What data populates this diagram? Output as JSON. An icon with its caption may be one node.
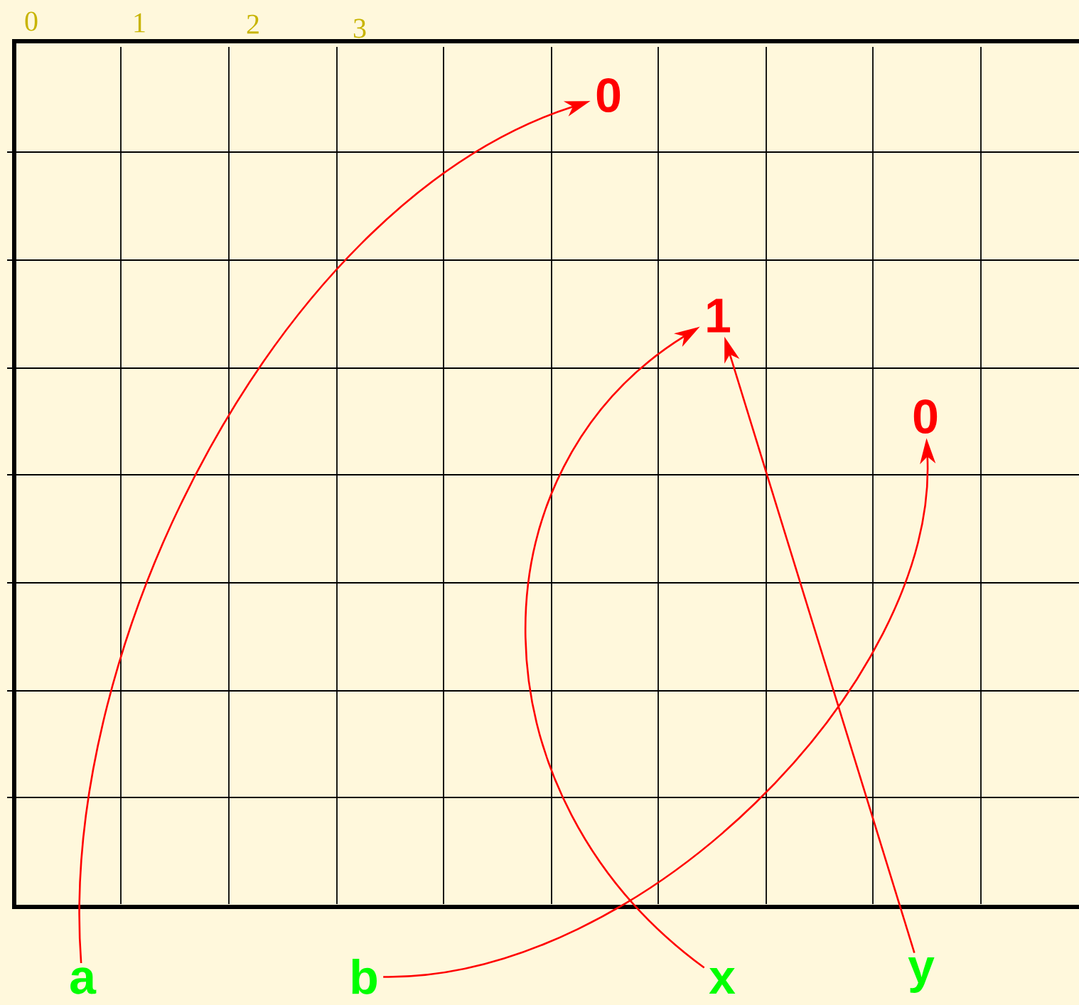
{
  "diagram": {
    "nodes": [
      {
        "text": [
          "0"
        ]
      },
      {
        "text": [
          "1"
        ]
      },
      {
        "text": [
          "0"
        ]
      },
      {
        "text": [
          "a"
        ]
      },
      {
        "text": [
          "b"
        ]
      },
      {
        "text": [
          "x"
        ]
      },
      {
        "text": [
          "y"
        ]
      }
    ],
    "edges": [
      {
        "from": 3,
        "to": 0,
        "arrow": "to"
      },
      {
        "from": 5,
        "to": 1,
        "arrow": "to"
      },
      {
        "from": 6,
        "to": 1,
        "arrow": "to"
      },
      {
        "from": 4,
        "to": 2,
        "arrow": "to"
      }
    ],
    "labels": [
      "0",
      "1",
      "2",
      "3"
    ]
  }
}
